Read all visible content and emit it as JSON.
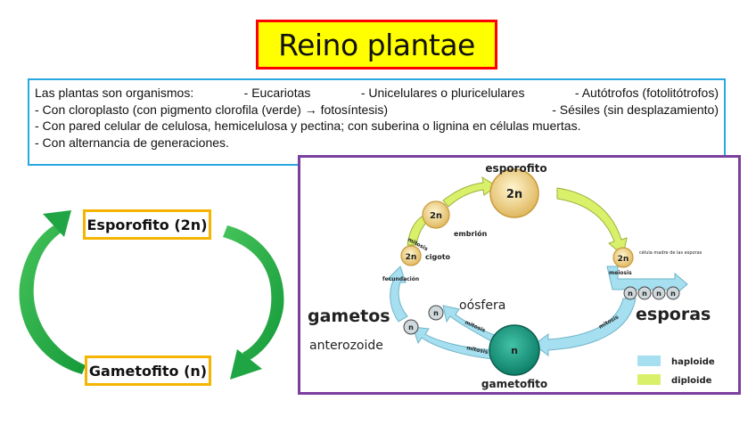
{
  "title": "Reino plantae",
  "description": {
    "line1": [
      "Las plantas son organismos:",
      "- Eucariotas",
      "- Unicelulares o pluricelulares",
      "- Autótrofos (fotolitótrofos)"
    ],
    "line2": [
      "- Con cloroplasto (con pigmento clorofila (verde) → fotosíntesis)",
      "- Sésiles (sin desplazamiento)"
    ],
    "line3": "- Con pared celular de celulosa, hemicelulosa y pectina; con suberina o lignina en células muertas.",
    "line4": "- Con alternancia de generaciones."
  },
  "cycle": {
    "top_label": "Esporofito (2n)",
    "bottom_label": "Gametofito (n)",
    "arrow_color": "#2db34a",
    "box_border_color": "#f5b400"
  },
  "figure": {
    "labels": {
      "esporofito": "esporofito",
      "embrion": "embrión",
      "cigoto": "cigoto",
      "fecundacion": "fecundación",
      "celula_madre": "célula madre de las esporas",
      "meiosis": "meiosis",
      "oosfera": "oósfera",
      "gametos": "gametos",
      "anterozoide": "anterozoide",
      "mitosis": "mitosis",
      "esporas": "esporas",
      "gametofito": "gametofito",
      "haploide": "haploide",
      "diploide": "diploide",
      "diploid_mark": "2n",
      "haploid_mark": "n"
    },
    "colors": {
      "frame": "#7b3fa0",
      "haploide": "#a6dff0",
      "diploide": "#d8f06a",
      "gametofito_fill": "#1f9f86"
    }
  }
}
